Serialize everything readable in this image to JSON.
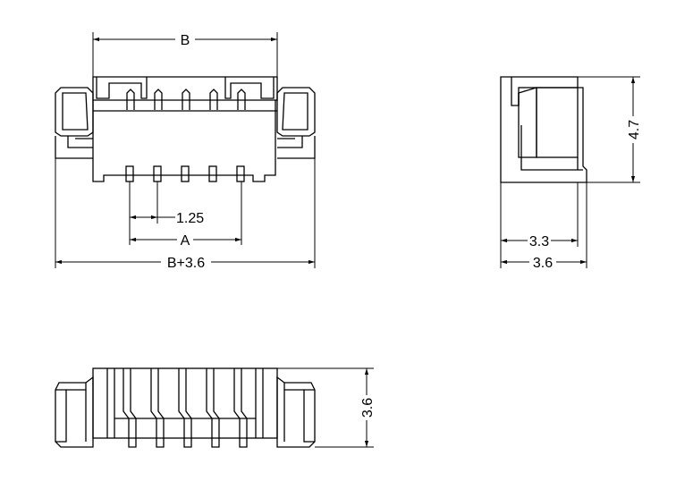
{
  "front_view": {
    "dim_pitch": "1.25",
    "dim_a": "A",
    "dim_b": "B",
    "dim_total": "B+3.6"
  },
  "side_view": {
    "dim_height": "4.7",
    "dim_depth_inner": "3.3",
    "dim_depth_outer": "3.6"
  },
  "top_view": {
    "dim_width": "3.6"
  },
  "pin_count": 5
}
